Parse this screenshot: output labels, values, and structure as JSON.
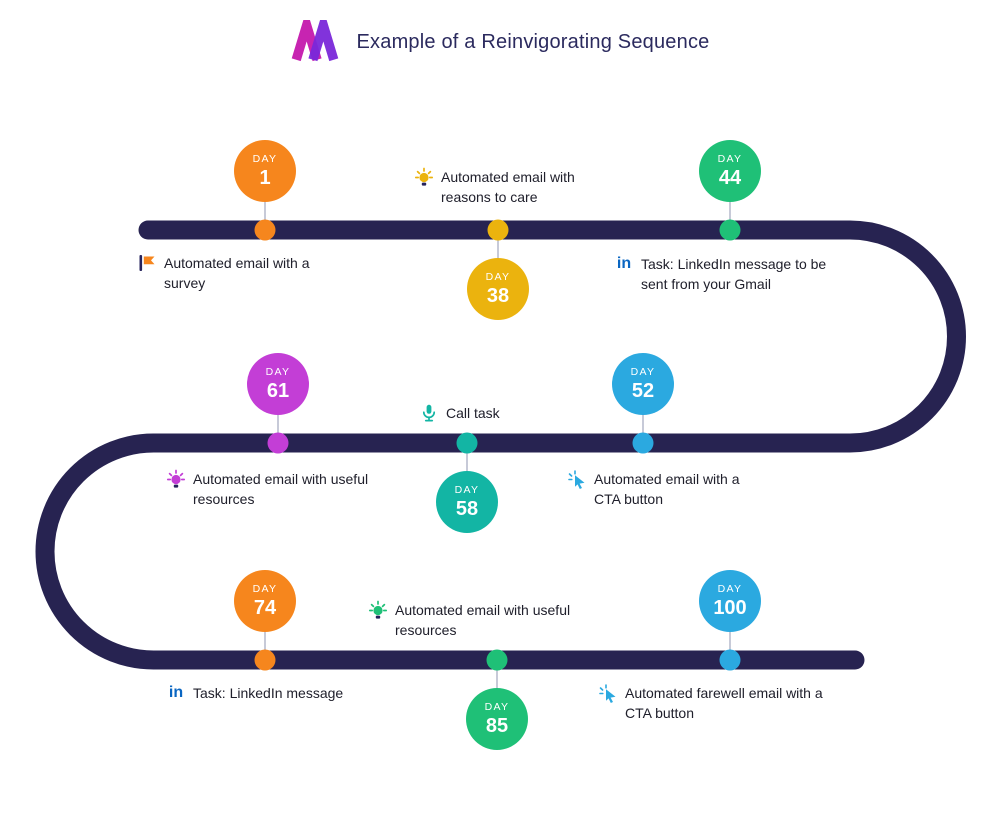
{
  "header": {
    "title": "Example of a Reinvigorating Sequence",
    "logo": "mixmax-logo"
  },
  "colors": {
    "path": "#272351",
    "orange": "#F6861D",
    "yellow": "#EBB30E",
    "green": "#1FC077",
    "magenta": "#C33ED6",
    "teal": "#13B5A4",
    "blue": "#2BA9E0",
    "linkedin_blue": "#0A66C2",
    "title_text": "#2B2A5E",
    "label_text": "#20202C"
  },
  "icons": {
    "linkedin_glyph": "in"
  },
  "milestones": [
    {
      "day_label": "DAY",
      "day_number": "1",
      "color": "orange",
      "icon": "flag-icon",
      "description": "Automated email with a survey"
    },
    {
      "day_label": "DAY",
      "day_number": "38",
      "color": "yellow",
      "icon": "lightbulb-icon",
      "description": "Automated email with reasons to care"
    },
    {
      "day_label": "DAY",
      "day_number": "44",
      "color": "green",
      "icon": "linkedin-icon",
      "description": "Task: LinkedIn message to be sent from your Gmail"
    },
    {
      "day_label": "DAY",
      "day_number": "61",
      "color": "magenta",
      "icon": "lightbulb-icon",
      "description": "Automated email with useful resources"
    },
    {
      "day_label": "DAY",
      "day_number": "58",
      "color": "teal",
      "icon": "microphone-icon",
      "description": "Call task"
    },
    {
      "day_label": "DAY",
      "day_number": "52",
      "color": "blue",
      "icon": "cursor-click-icon",
      "description": "Automated email with a CTA button"
    },
    {
      "day_label": "DAY",
      "day_number": "74",
      "color": "orange",
      "icon": "linkedin-icon",
      "description": "Task: LinkedIn message"
    },
    {
      "day_label": "DAY",
      "day_number": "85",
      "color": "green",
      "icon": "lightbulb-icon",
      "description": "Automated email with useful resources"
    },
    {
      "day_label": "DAY",
      "day_number": "100",
      "color": "blue",
      "icon": "cursor-click-icon",
      "description": "Automated farewell email with a CTA button"
    }
  ]
}
